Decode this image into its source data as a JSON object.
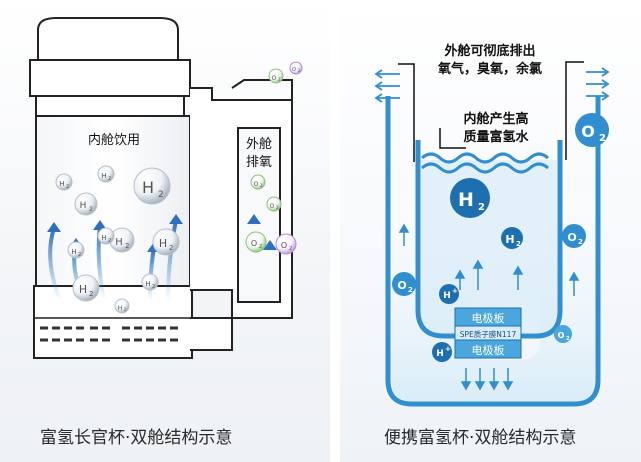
{
  "left": {
    "inner_label": "内舱饮用",
    "outer_label_line1": "外舱",
    "outer_label_line2": "排氧",
    "h2_text": "H",
    "h2_sub": "2",
    "o2_text": "O",
    "o2_sub": "2",
    "caption": "富氢长官杯·双舱结构示意"
  },
  "right": {
    "top_text_line1": "外舱可彻底排出",
    "top_text_line2": "氧气，臭氧，余氯",
    "mid_text_line1": "内舱产生高",
    "mid_text_line2": "质量富氢水",
    "electrode_top": "电极板",
    "spe_label": "SPE质子膜N117",
    "electrode_bottom": "电极板",
    "h2_text": "H",
    "h2_sub": "2",
    "o2_text": "O",
    "o2_sub": "2",
    "hplus_text": "H",
    "hplus_sup": "+",
    "caption": "便携富氢杯·双舱结构示意"
  },
  "colors": {
    "blue_dark": "#1d6fb0",
    "blue_mid": "#2f8fd0",
    "blue_light": "#4aa7de",
    "blue_pale": "#d8ecf8",
    "green_bubble": "#7ac36a",
    "purple_bubble": "#b77fd0"
  }
}
